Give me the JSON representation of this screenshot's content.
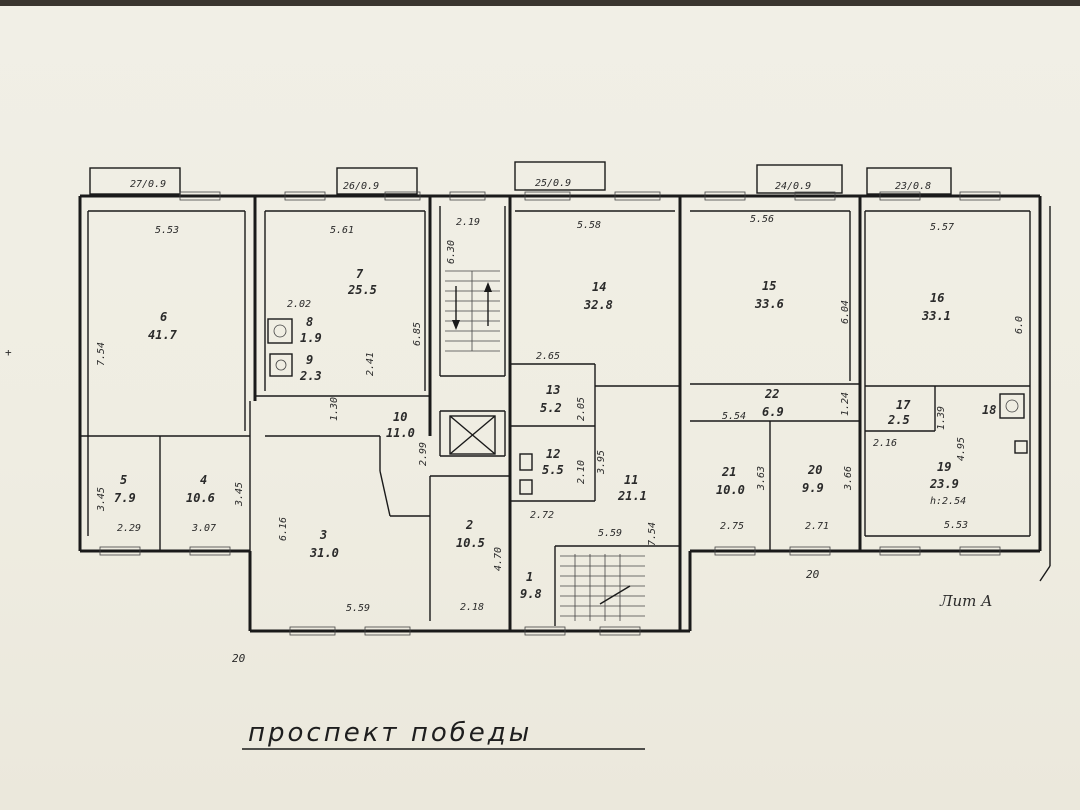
{
  "plan": {
    "street_name": "проспект победы",
    "litera": "Лит А",
    "wall_thickness_labels": [
      "20",
      "20"
    ],
    "balconies": [
      {
        "label": "27/0.9"
      },
      {
        "label": "26/0.9"
      },
      {
        "label": "25/0.9"
      },
      {
        "label": "24/0.9"
      },
      {
        "label": "23/0.8"
      }
    ],
    "rooms": [
      {
        "num": "6",
        "area": "41.7"
      },
      {
        "num": "7",
        "area": "25.5"
      },
      {
        "num": "14",
        "area": "32.8"
      },
      {
        "num": "15",
        "area": "33.6"
      },
      {
        "num": "16",
        "area": "33.1"
      },
      {
        "num": "5",
        "area": "7.9"
      },
      {
        "num": "4",
        "area": "10.6"
      },
      {
        "num": "8",
        "area": "1.9"
      },
      {
        "num": "9",
        "area": "2.3"
      },
      {
        "num": "10",
        "area": "11.0"
      },
      {
        "num": "3",
        "area": "31.0"
      },
      {
        "num": "2",
        "area": "10.5"
      },
      {
        "num": "1",
        "area": "9.8"
      },
      {
        "num": "13",
        "area": "5.2"
      },
      {
        "num": "12",
        "area": "5.5"
      },
      {
        "num": "11",
        "area": "21.1"
      },
      {
        "num": "22",
        "area": "6.9"
      },
      {
        "num": "21",
        "area": "10.0"
      },
      {
        "num": "20",
        "area": "9.9"
      },
      {
        "num": "17",
        "area": "2.5"
      },
      {
        "num": "18",
        "area": ""
      },
      {
        "num": "19",
        "area": "23.9"
      }
    ],
    "dimensions": [
      {
        "text": "5.53"
      },
      {
        "text": "7.54"
      },
      {
        "text": "5.61"
      },
      {
        "text": "6.85"
      },
      {
        "text": "2.19"
      },
      {
        "text": "6.30"
      },
      {
        "text": "5.58"
      },
      {
        "text": "5.56"
      },
      {
        "text": "6.04"
      },
      {
        "text": "5.57"
      },
      {
        "text": "6.0"
      },
      {
        "text": "2.02"
      },
      {
        "text": "2.41"
      },
      {
        "text": "1.30"
      },
      {
        "text": "2.99"
      },
      {
        "text": "3.45"
      },
      {
        "text": "3.45"
      },
      {
        "text": "2.29"
      },
      {
        "text": "3.07"
      },
      {
        "text": "6.16"
      },
      {
        "text": "5.59"
      },
      {
        "text": "4.70"
      },
      {
        "text": "2.18"
      },
      {
        "text": "2.65"
      },
      {
        "text": "2.05"
      },
      {
        "text": "2.10"
      },
      {
        "text": "3.95"
      },
      {
        "text": "2.72"
      },
      {
        "text": "5.59"
      },
      {
        "text": "7.54"
      },
      {
        "text": "5.54"
      },
      {
        "text": "1.24"
      },
      {
        "text": "3.63"
      },
      {
        "text": "3.66"
      },
      {
        "text": "2.75"
      },
      {
        "text": "2.71"
      },
      {
        "text": "1.39"
      },
      {
        "text": "2.16"
      },
      {
        "text": "4.95"
      },
      {
        "text": "h:2.54"
      },
      {
        "text": "5.53"
      }
    ]
  }
}
